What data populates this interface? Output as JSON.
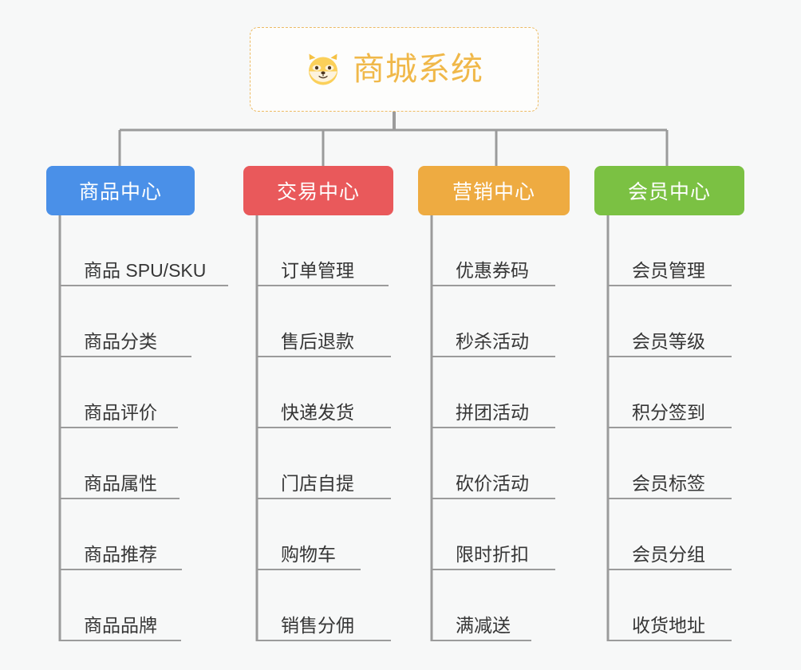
{
  "root": {
    "title": "商城系统",
    "icon": "dog-face-emoji",
    "accent_color": "#f0b849",
    "border_color": "#edbb63"
  },
  "connector_color": "#9b9b9b",
  "branches": [
    {
      "label": "商品中心",
      "color": "#4a90e8",
      "items": [
        "商品 SPU/SKU",
        "商品分类",
        "商品评价",
        "商品属性",
        "商品推荐",
        "商品品牌"
      ]
    },
    {
      "label": "交易中心",
      "color": "#e9595b",
      "items": [
        "订单管理",
        "售后退款",
        "快递发货",
        "门店自提",
        "购物车",
        "销售分佣"
      ]
    },
    {
      "label": "营销中心",
      "color": "#eeab41",
      "items": [
        "优惠券码",
        "秒杀活动",
        "拼团活动",
        "砍价活动",
        "限时折扣",
        "满减送"
      ]
    },
    {
      "label": "会员中心",
      "color": "#7bc143",
      "items": [
        "会员管理",
        "会员等级",
        "积分签到",
        "会员标签",
        "会员分组",
        "收货地址"
      ]
    }
  ]
}
